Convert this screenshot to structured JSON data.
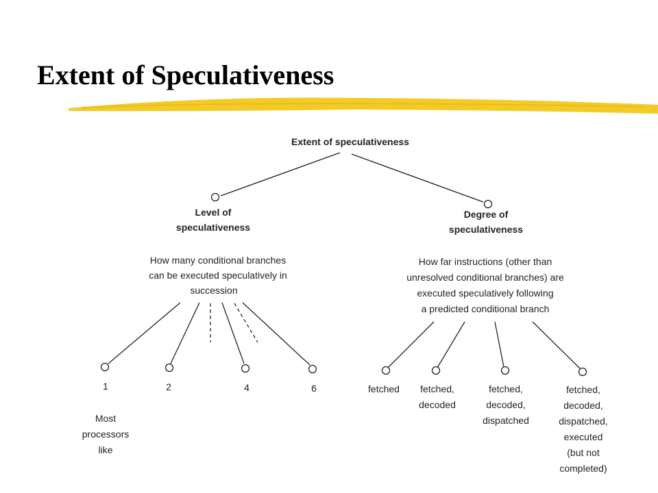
{
  "slide": {
    "title": "Extent of Speculativeness",
    "colors": {
      "highlight": "#f2c81e",
      "ink": "#222222"
    }
  },
  "diagram": {
    "root": "Extent of speculativeness",
    "left": {
      "title_lines": [
        "Level of",
        "speculativeness"
      ],
      "description_lines": [
        "How many conditional branches",
        "can be executed speculatively in",
        "succession"
      ],
      "leaves": [
        "1",
        "2",
        "4",
        "6"
      ],
      "note_lines": [
        "Most",
        "processors",
        "like"
      ]
    },
    "right": {
      "title_lines": [
        "Degree of",
        "speculativeness"
      ],
      "description_lines": [
        "How far instructions (other than",
        "unresolved conditional branches) are",
        "executed speculatively following",
        "a predicted conditional branch"
      ],
      "leaves": [
        {
          "lines": [
            "fetched"
          ]
        },
        {
          "lines": [
            "fetched,",
            "decoded"
          ]
        },
        {
          "lines": [
            "fetched,",
            "decoded,",
            "dispatched"
          ]
        },
        {
          "lines": [
            "fetched,",
            "decoded,",
            "dispatched,",
            "executed",
            "(but not",
            "completed)"
          ]
        }
      ]
    }
  }
}
